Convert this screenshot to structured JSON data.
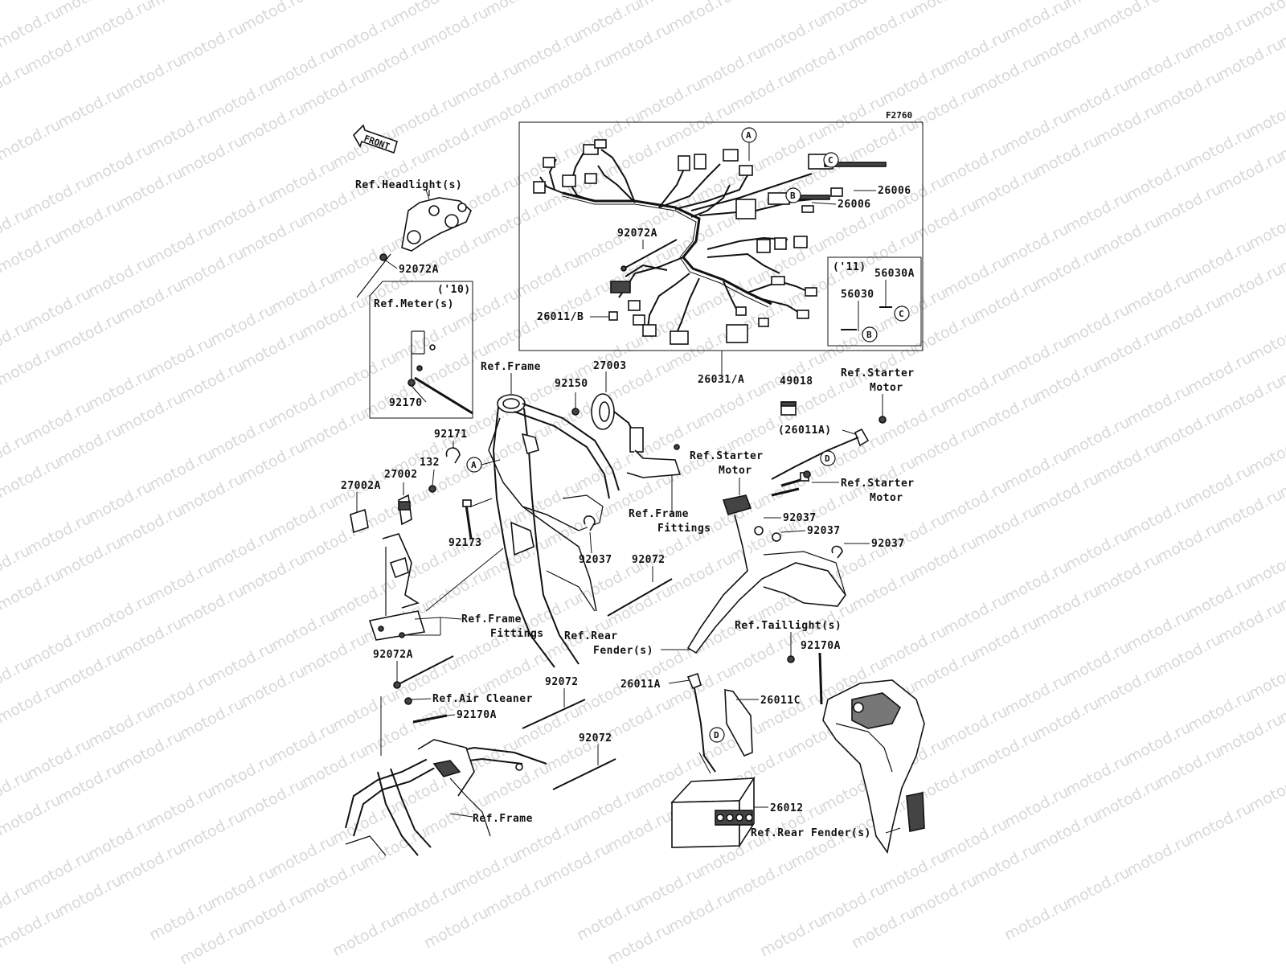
{
  "diagram": {
    "figure_code": "F2760",
    "front_label": "FRONT",
    "watermark_text": "motod.ru",
    "colors": {
      "line": "#111111",
      "watermark": "#d8d8d8",
      "background": "#ffffff"
    }
  },
  "callouts": {
    "ref_headlight": "Ref.Headlight(s)",
    "p92072A_top": "92072A",
    "year_10": "('10)",
    "ref_meter": "Ref.Meter(s)",
    "p92170": "92170",
    "p92072A_harness": "92072A",
    "p26011B": "26011/B",
    "p26006_c": "26006",
    "p26006_b": "26006",
    "year_11": "('11)",
    "p56030A": "56030A",
    "p56030": "56030",
    "p26031A": "26031/A",
    "ref_frame_top": "Ref.Frame",
    "p27003": "27003",
    "p92150": "92150",
    "p92171": "92171",
    "p132": "132",
    "p27002": "27002",
    "p27002A": "27002A",
    "p92173": "92173",
    "p92037_left": "92037",
    "p92072_mid": "92072",
    "ref_frame_fittings_1a": "Ref.Frame",
    "ref_frame_fittings_1b": "Fittings",
    "ref_frame_fittings_2a": "Ref.Frame",
    "ref_frame_fittings_2b": "Fittings",
    "p49018": "49018",
    "ref_starter_motor_1a": "Ref.Starter",
    "ref_starter_motor_1b": "Motor",
    "p26011A_paren": "(26011A)",
    "ref_starter_motor_2a": "Ref.Starter",
    "ref_starter_motor_2b": "Motor",
    "ref_starter_motor_3a": "Ref.Starter",
    "ref_starter_motor_3b": "Motor",
    "p92037_a": "92037",
    "p92037_b": "92037",
    "p92037_c": "92037",
    "ref_rear_fender_1a": "Ref.Rear",
    "ref_rear_fender_1b": "Fender(s)",
    "ref_taillight": "Ref.Taillight(s)",
    "p92170A_right": "92170A",
    "p92072A_low": "92072A",
    "ref_air_cleaner": "Ref.Air Cleaner",
    "p92170A_low": "92170A",
    "p92072_low1": "92072",
    "p92072_low2": "92072",
    "ref_frame_bottom": "Ref.Frame",
    "p26011A": "26011A",
    "p26011C": "26011C",
    "p26012": "26012",
    "ref_rear_fender_2": "Ref.Rear Fender(s)"
  },
  "markers": {
    "A": "A",
    "B": "B",
    "C": "C",
    "D": "D"
  }
}
